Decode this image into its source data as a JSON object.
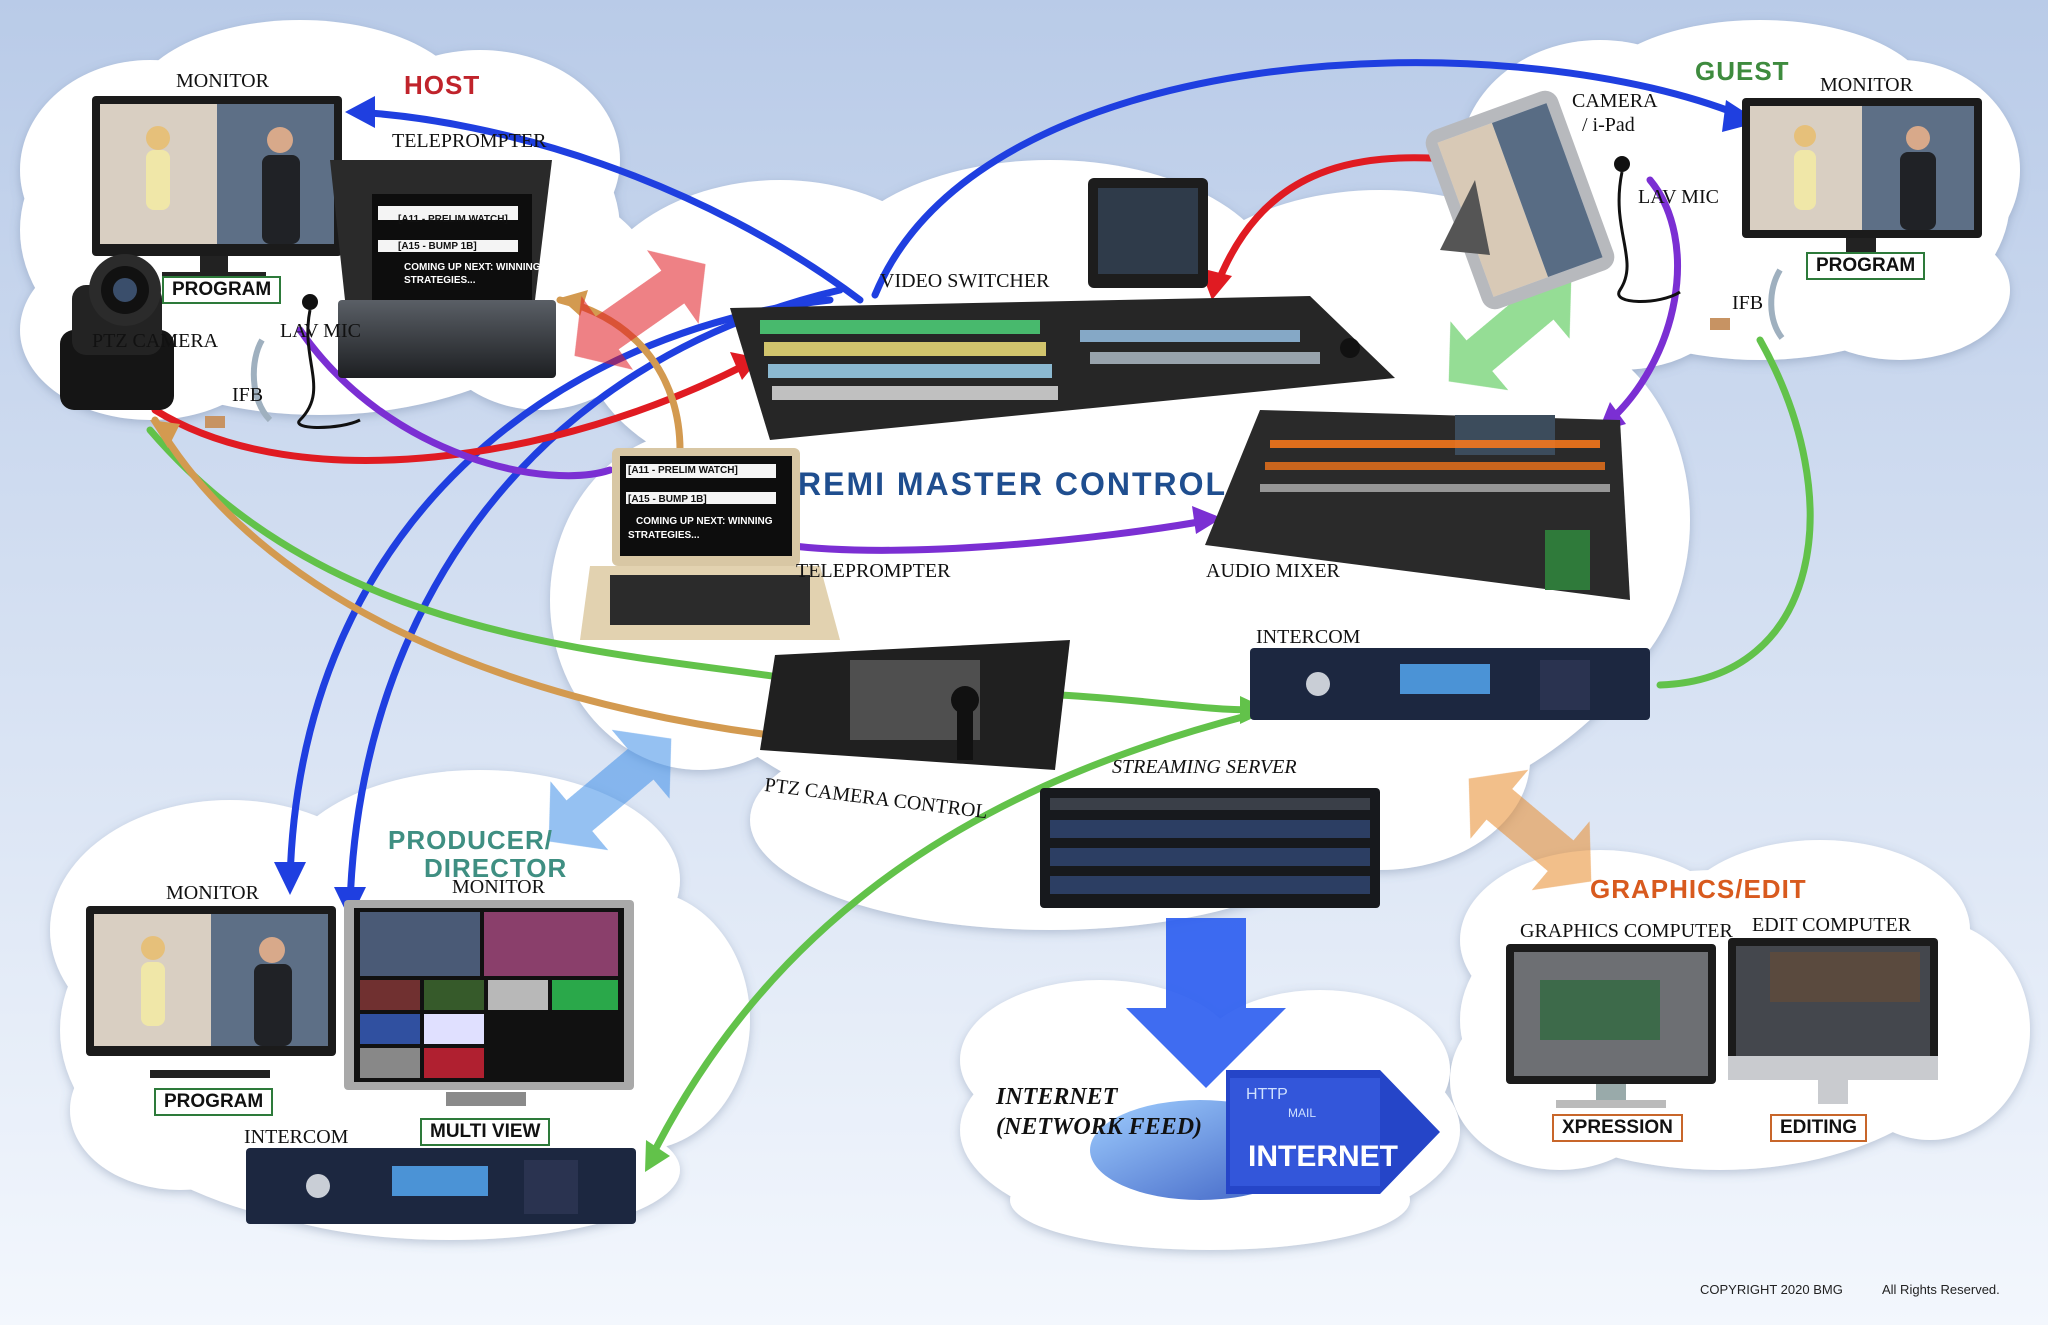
{
  "colors": {
    "background_top": "#b9cbe8",
    "background_bottom": "#f3f7fd",
    "host": "#c0232b",
    "guest": "#3e8b3e",
    "producer": "#3f8f82",
    "graphics": "#d85a1e",
    "master": "#1f4e8f",
    "arrow_blue": "#1f3fe0",
    "arrow_red": "#e01b22",
    "arrow_purple": "#7b2fd3",
    "arrow_green": "#62c24a",
    "arrow_orange": "#d39a50"
  },
  "groups": {
    "host": "HOST",
    "guest": "GUEST",
    "producer_line1": "PRODUCER/",
    "producer_line2": "DIRECTOR",
    "graphics": "GRAPHICS/EDIT",
    "master": "REMI MASTER CONTROL"
  },
  "host": {
    "monitor": "MONITOR",
    "teleprompter": "TELEPROMPTER",
    "ptz_camera": "PTZ CAMERA",
    "lav_mic": "LAV MIC",
    "ifb": "IFB",
    "program": "PROGRAM",
    "prompter_lines": [
      "[A11 - PRELIM WATCH]",
      "[A15 - BUMP 1B]",
      "COMING UP NEXT: WINNING",
      "STRATEGIES..."
    ]
  },
  "guest": {
    "camera_line1": "CAMERA",
    "camera_line2": "/ i-Pad",
    "monitor": "MONITOR",
    "lav_mic": "LAV MIC",
    "ifb": "IFB",
    "program": "PROGRAM"
  },
  "master": {
    "video_switcher": "VIDEO SWITCHER",
    "teleprompter": "TELEPROMPTER",
    "audio_mixer": "AUDIO MIXER",
    "intercom": "INTERCOM",
    "ptz_camera_control": "PTZ  CAMERA  CONTROL",
    "streaming_server": "STREAMING SERVER",
    "prompter_lines": [
      "[A11 - PRELIM WATCH]",
      "[A15 - BUMP 1B]",
      "COMING UP NEXT: WINNING",
      "STRATEGIES..."
    ]
  },
  "producer": {
    "monitor": "MONITOR",
    "monitor2": "MONITOR",
    "program": "PROGRAM",
    "multi_view": "MULTI VIEW",
    "intercom": "INTERCOM"
  },
  "internet": {
    "line1": "INTERNET",
    "line2": "(NETWORK FEED)",
    "graphic_label": "INTERNET",
    "http": "HTTP",
    "mail": "MAIL"
  },
  "graphics": {
    "graphics_computer": "GRAPHICS COMPUTER",
    "edit_computer": "EDIT COMPUTER",
    "xpression": "XPRESSION",
    "editing": "EDITING"
  },
  "footer": {
    "copyright": "COPYRIGHT 2020 BMG",
    "rights": "All Rights Reserved."
  }
}
